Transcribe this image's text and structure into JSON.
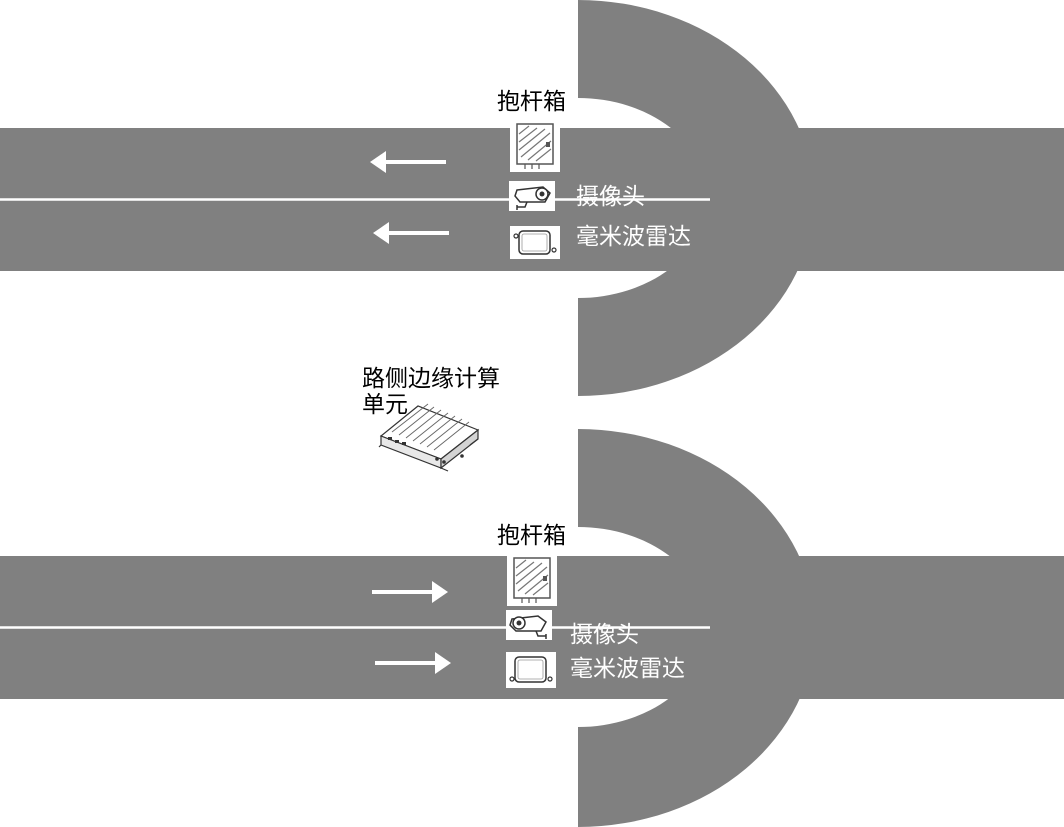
{
  "labels": {
    "pole_box": "抱杆箱",
    "camera": "摄像头",
    "radar": "毫米波雷达",
    "edge_unit": "路侧边缘计算单元"
  },
  "colors": {
    "road": "#808080",
    "lane_line": "#ffffff",
    "arrow": "#ffffff",
    "device_bg": "#ffffff"
  },
  "icons": {
    "pole_box": "cabinet-icon",
    "camera": "camera-icon",
    "radar": "radar-icon",
    "edge_unit": "edge-computing-unit-icon",
    "arrow_top": "arrow-left-icon",
    "arrow_bottom": "arrow-right-icon"
  },
  "traffic_direction": {
    "top_road": "left",
    "bottom_road": "right"
  }
}
